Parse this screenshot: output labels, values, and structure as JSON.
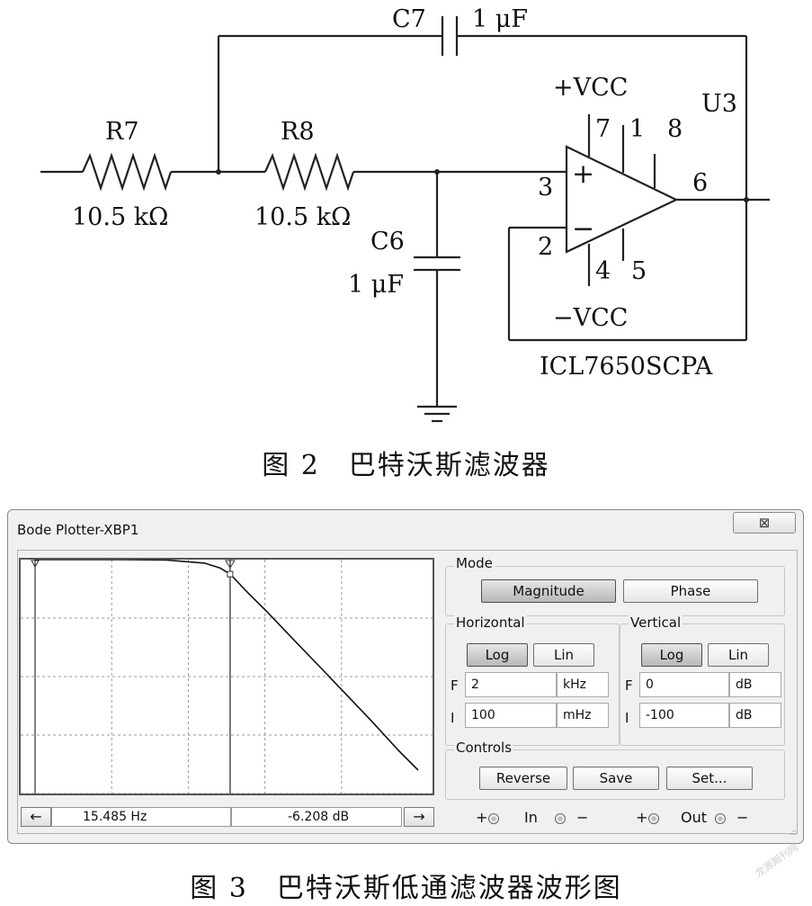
{
  "circuit": {
    "c7_name": "C7",
    "c7_value": "1 μF",
    "r7_name": "R7",
    "r7_value": "10.5 kΩ",
    "r8_name": "R8",
    "r8_value": "10.5 kΩ",
    "c6_name": "C6",
    "c6_value": "1 μF",
    "vcc_pos": "+VCC",
    "vcc_neg": "−VCC",
    "chip_ref": "U3",
    "chip_part": "ICL7650SCPA",
    "pin_plus_sign": "+",
    "pin_minus_sign": "−",
    "pins": {
      "p7": "7",
      "p1": "1",
      "p8": "8",
      "p3": "3",
      "p2": "2",
      "p6": "6",
      "p4": "4",
      "p5": "5"
    }
  },
  "caption_fig2": "图 2　巴特沃斯滤波器",
  "bode": {
    "window_title": "Bode Plotter-XBP1",
    "close_glyph": "⊠",
    "readout_freq": "15.485  Hz",
    "readout_gain": "-6.208  dB",
    "left_arrow": "←",
    "right_arrow": "→",
    "mode_label": "Mode",
    "magnitude_label": "Magnitude",
    "phase_label": "Phase",
    "horizontal_label": "Horizontal",
    "vertical_label": "Vertical",
    "log_label": "Log",
    "lin_label": "Lin",
    "f_label": "F",
    "i_label": "I",
    "h_f_value": "2",
    "h_f_unit": "kHz",
    "h_i_value": "100",
    "h_i_unit": "mHz",
    "v_f_value": "0",
    "v_f_unit": "dB",
    "v_i_value": "-100",
    "v_i_unit": "dB",
    "controls_label": "Controls",
    "reverse_label": "Reverse",
    "save_label": "Save",
    "set_label": "Set...",
    "plus": "+",
    "minus": "−",
    "in_label": "In",
    "out_label": "Out",
    "grip": ".::"
  },
  "chart_data": {
    "type": "line",
    "x_scale": "log",
    "xlim_hz": [
      0.1,
      2000
    ],
    "ylim_db": [
      -100,
      0
    ],
    "grid": true,
    "cursor_x_hz": 15.485,
    "cursor_y_db": -6.208,
    "series": [
      {
        "x": [
          0.1,
          1,
          3,
          8,
          12,
          15.485,
          25,
          40,
          80,
          150,
          300,
          600,
          1200,
          2000
        ],
        "y": [
          0,
          0,
          -0.2,
          -1.5,
          -3.6,
          -6.2,
          -14.5,
          -22.2,
          -34.2,
          -45,
          -57,
          -69,
          -81.5,
          -90
        ]
      }
    ]
  },
  "caption_fig3": "图 3　巴特沃斯低通滤波器波形图",
  "watermark": "龙源期刊网"
}
